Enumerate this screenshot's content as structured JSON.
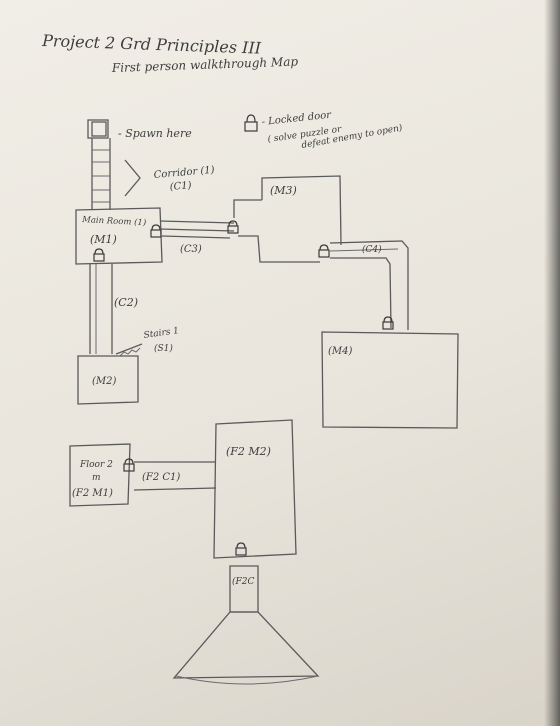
{
  "title": "Project 2 Grd Principles III",
  "subtitle": "First person walkthrough Map",
  "legend": {
    "spawn": "- Spawn here",
    "locked_1": "- Locked door",
    "locked_2": "( solve puzzle or",
    "locked_3": "defeat enemy to open)"
  },
  "labels": {
    "corridor_1": "Corridor (1)",
    "corridor_1_code": "(C1)",
    "main_room": "Main Room (1)",
    "main_room_code": "(M1)",
    "c3": "(C3)",
    "m3": "(M3)",
    "c4": "(C4)",
    "c2": "(C2)",
    "stairs": "Stairs 1",
    "stairs_code": "(S1)",
    "m2": "(M2)",
    "m4": "(M4)",
    "floor2_line1": "Floor 2",
    "floor2_line2": "m",
    "f2m1": "(F2 M1)",
    "f2c1": "(F2 C1)",
    "f2m2": "(F2 M2)",
    "f2c2": "(F2C"
  },
  "colors": {
    "paper": "#ece8e0",
    "ink": "#3d3d3d"
  }
}
